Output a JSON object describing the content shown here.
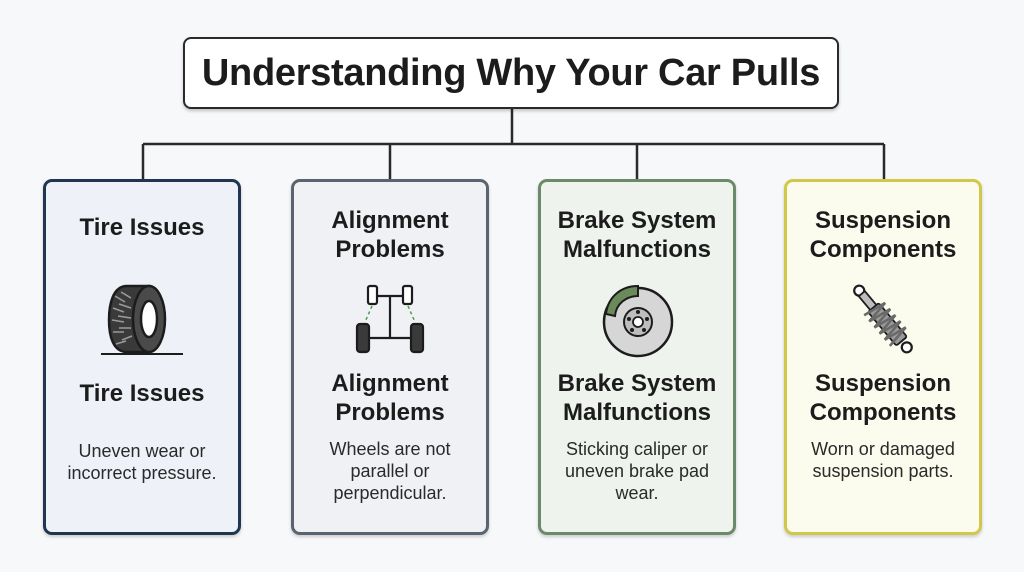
{
  "title": "Understanding Why Your Car Pulls",
  "cards": [
    {
      "title": "Tire Issues",
      "icon": "tire-icon",
      "subtitle": "Tire Issues",
      "description": "Uneven wear or\nincorrect pressure.",
      "border_color": "#1f3550"
    },
    {
      "title": "Alignment\nProblems",
      "icon": "axle-alignment-icon",
      "subtitle": "Alignment\nProblems",
      "description": "Wheels are not\nparallel or\nperpendicular.",
      "border_color": "#5a6470"
    },
    {
      "title": "Brake System\nMalfunctions",
      "icon": "brake-disc-icon",
      "subtitle": "Brake System\nMalfunctions",
      "description": "Sticking caliper or\nuneven brake pad\nwear.",
      "border_color": "#6a8a6a"
    },
    {
      "title": "Suspension\nComponents",
      "icon": "shock-absorber-icon",
      "subtitle": "Suspension\nComponents",
      "description": "Worn or damaged\nsuspension parts.",
      "border_color": "#cfc84a"
    }
  ]
}
